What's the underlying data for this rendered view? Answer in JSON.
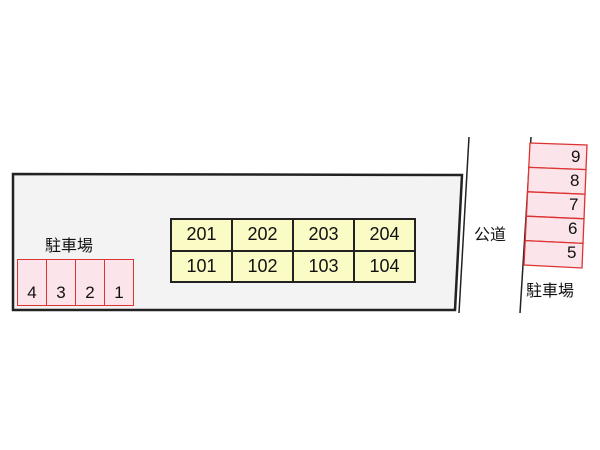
{
  "labels": {
    "parking_left": "駐車場",
    "road": "公道",
    "parking_right": "駐車場"
  },
  "building": {
    "upper": [
      "201",
      "202",
      "203",
      "204"
    ],
    "lower": [
      "101",
      "102",
      "103",
      "104"
    ]
  },
  "parking_left_spaces": [
    "4",
    "3",
    "2",
    "1"
  ],
  "parking_right_spaces": [
    "9",
    "8",
    "7",
    "6",
    "5"
  ],
  "colors": {
    "building": "#fbfbc6",
    "parking": "#fbe4ea",
    "parking_border": "#dd3333",
    "lot": "#f3f3f3"
  }
}
